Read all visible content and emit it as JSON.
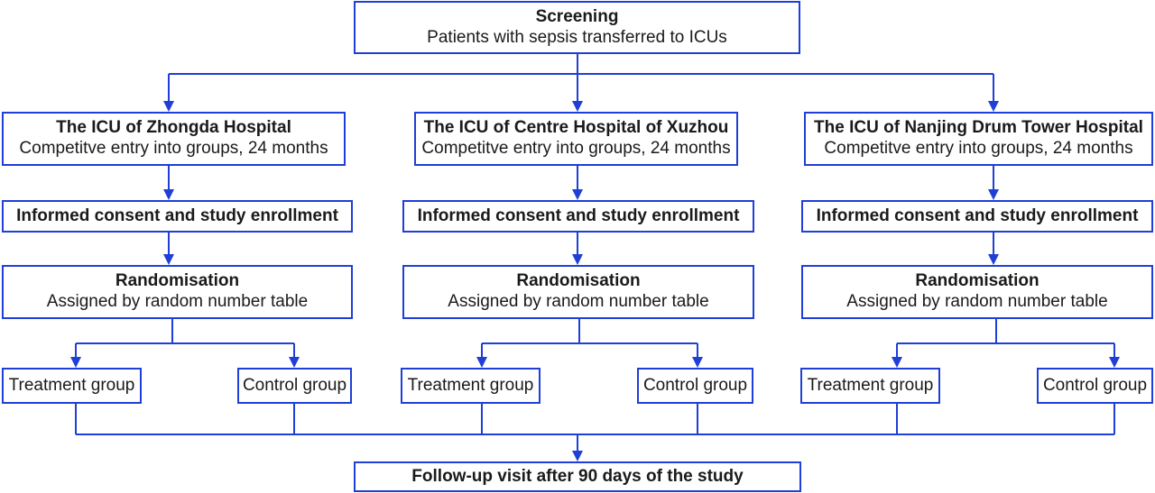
{
  "screening": {
    "title": "Screening",
    "subtitle": "Patients with sepsis transferred to ICUs"
  },
  "sites": [
    {
      "title": "The ICU of Zhongda Hospital",
      "subtitle": "Competitve entry into groups, 24 months",
      "consent": "Informed consent and study enrollment",
      "randomisation_title": "Randomisation",
      "randomisation_subtitle": "Assigned by random number table",
      "treatment": "Treatment group",
      "control": "Control group"
    },
    {
      "title": "The ICU of Centre Hospital of Xuzhou",
      "subtitle": "Competitve entry into groups, 24 months",
      "consent": "Informed consent and study enrollment",
      "randomisation_title": "Randomisation",
      "randomisation_subtitle": "Assigned by random number table",
      "treatment": "Treatment group",
      "control": "Control group"
    },
    {
      "title": "The ICU of Nanjing Drum Tower Hospital",
      "subtitle": "Competitve entry into groups, 24 months",
      "consent": "Informed consent and study enrollment",
      "randomisation_title": "Randomisation",
      "randomisation_subtitle": "Assigned by random number table",
      "treatment": "Treatment group",
      "control": "Control group"
    }
  ],
  "followup": {
    "label": "Follow-up visit after 90 days of the study"
  },
  "colors": {
    "line": "#1f3fd6",
    "text": "#1a1a1a"
  }
}
